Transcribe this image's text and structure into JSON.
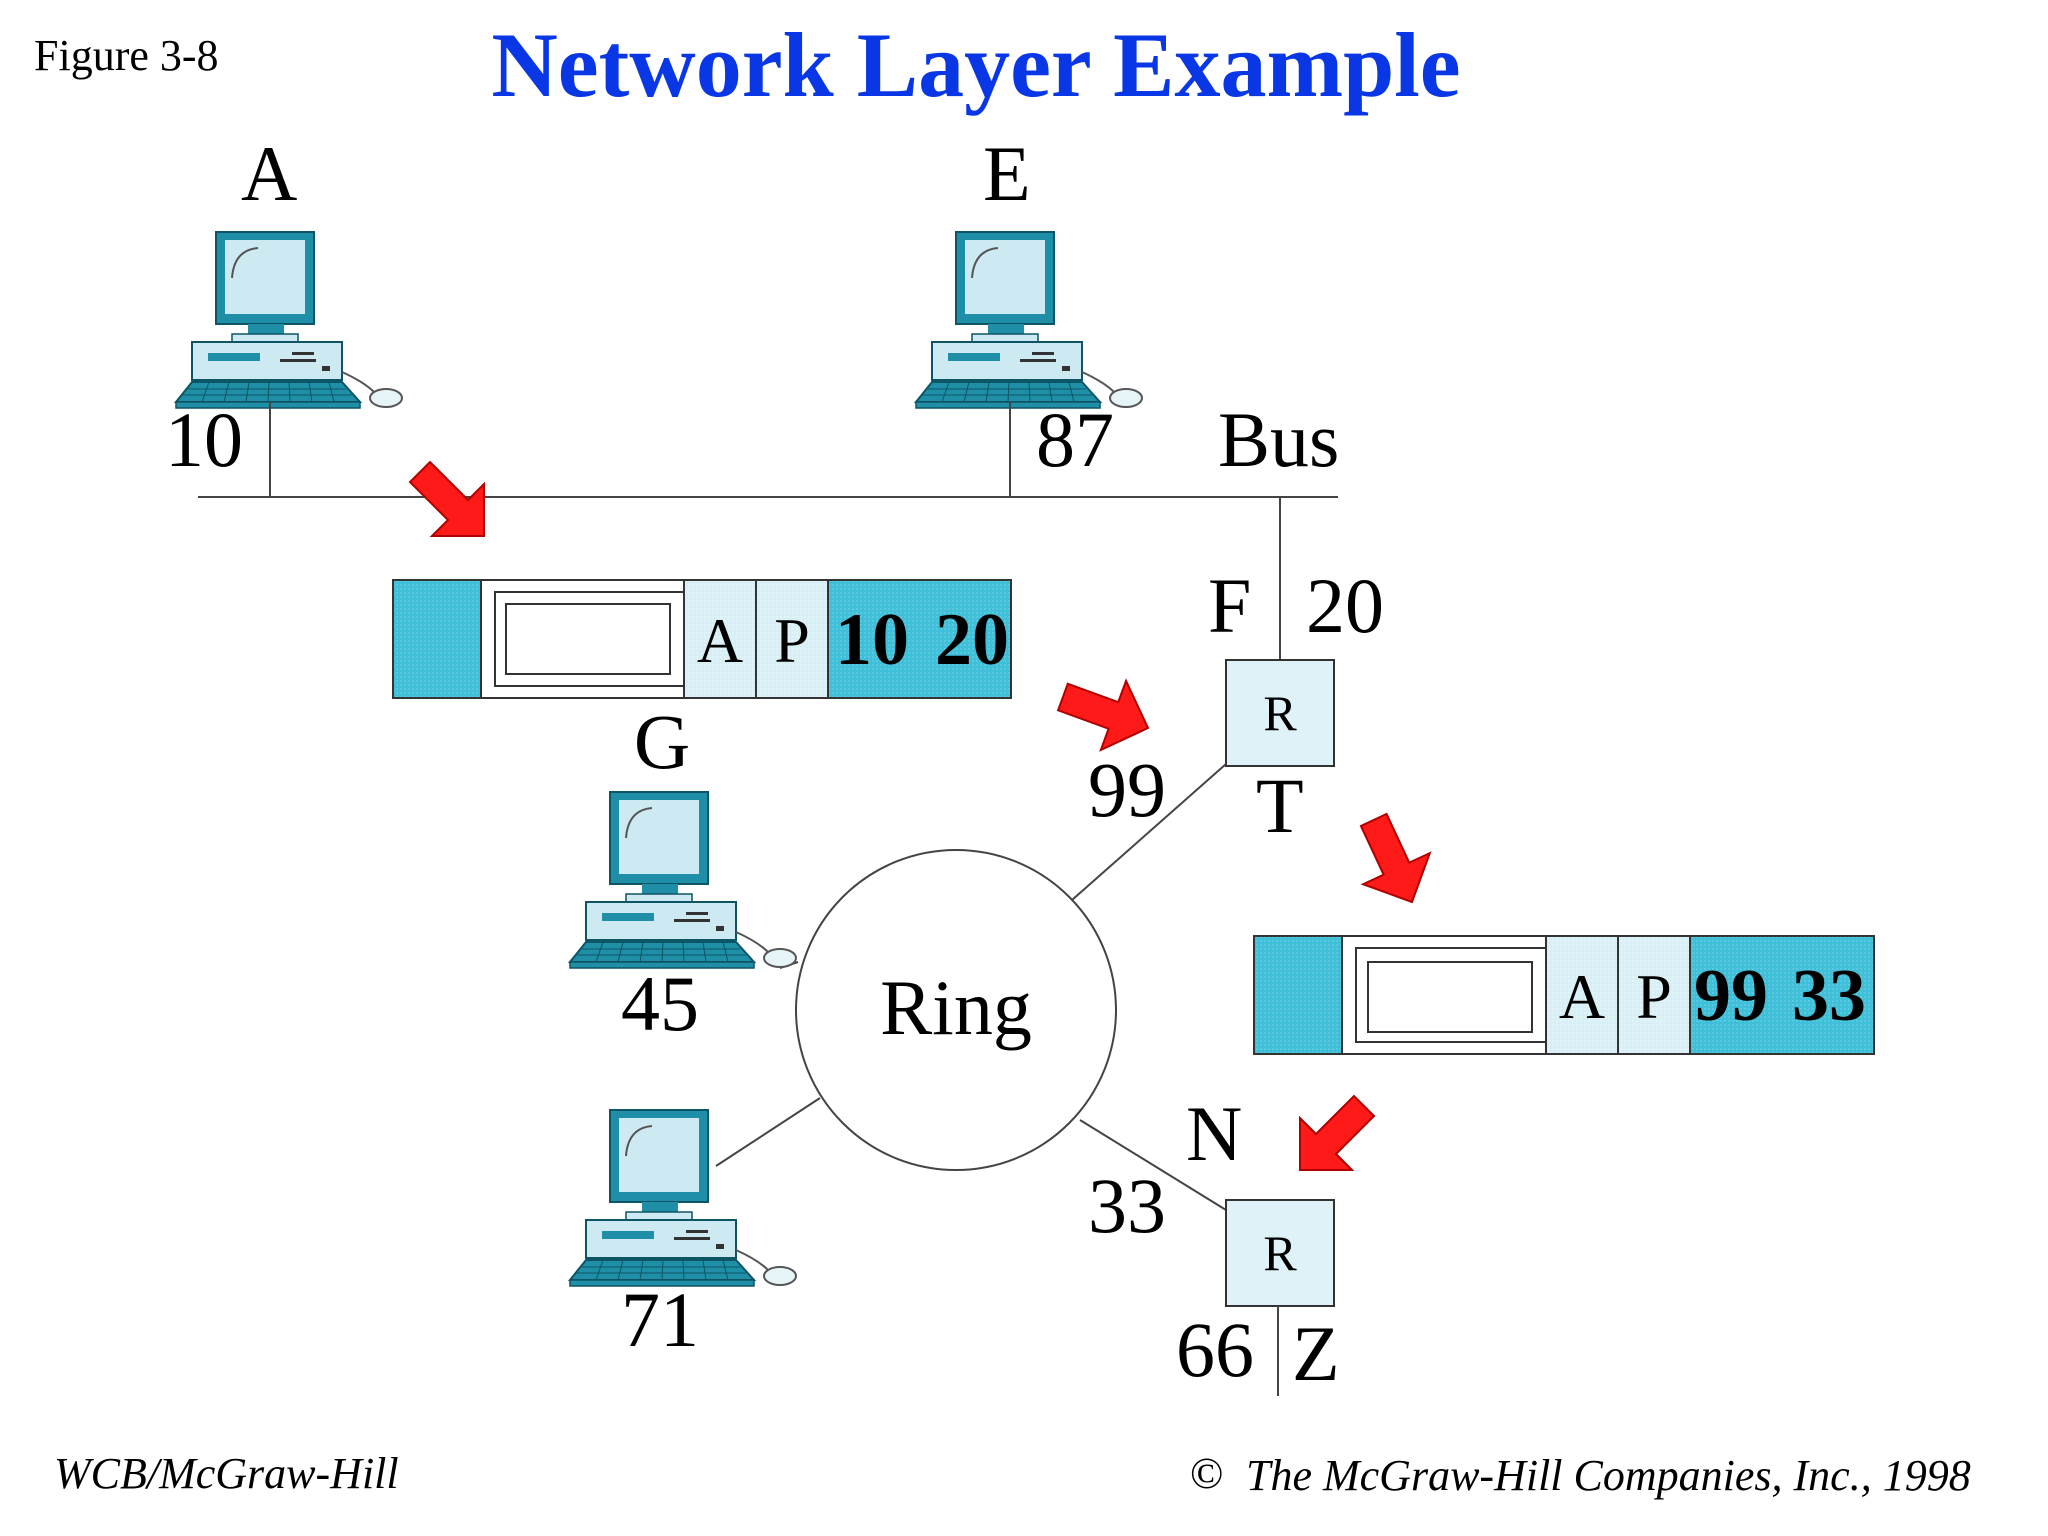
{
  "figure_number": "Figure 3-8",
  "title": "Network Layer Example",
  "bus_label": "Bus",
  "ring_label": "Ring",
  "stations": {
    "A": {
      "name": "A",
      "addr": "10"
    },
    "E": {
      "name": "E",
      "addr": "87"
    },
    "G": {
      "name": "G",
      "addr": "45"
    },
    "ring_other": {
      "addr": "71"
    }
  },
  "router_top": {
    "label": "R",
    "name_F": "F",
    "addr_F": "20",
    "addr_99": "99",
    "name_T": "T"
  },
  "router_bottom": {
    "label": "R",
    "name_N": "N",
    "addr_33": "33",
    "addr_66": "66",
    "name_Z": "Z"
  },
  "packet_1": {
    "a": "A",
    "p": "P",
    "src": "10",
    "dst": "20"
  },
  "packet_2": {
    "a": "A",
    "p": "P",
    "src": "99",
    "dst": "33"
  },
  "footer_left": "WCB/McGraw-Hill",
  "footer_right_symbol": "©",
  "footer_right": "The McGraw-Hill Companies, Inc., 1998",
  "colors": {
    "title": "#0a37e6",
    "packet_fill": "#3fbfd8",
    "packet_light": "#d8f0f5",
    "router_fill": "#dff2f8",
    "arrow": "#ff1a1a",
    "computer_frame": "#1f8fa8",
    "computer_screen": "#cdeaf3"
  }
}
